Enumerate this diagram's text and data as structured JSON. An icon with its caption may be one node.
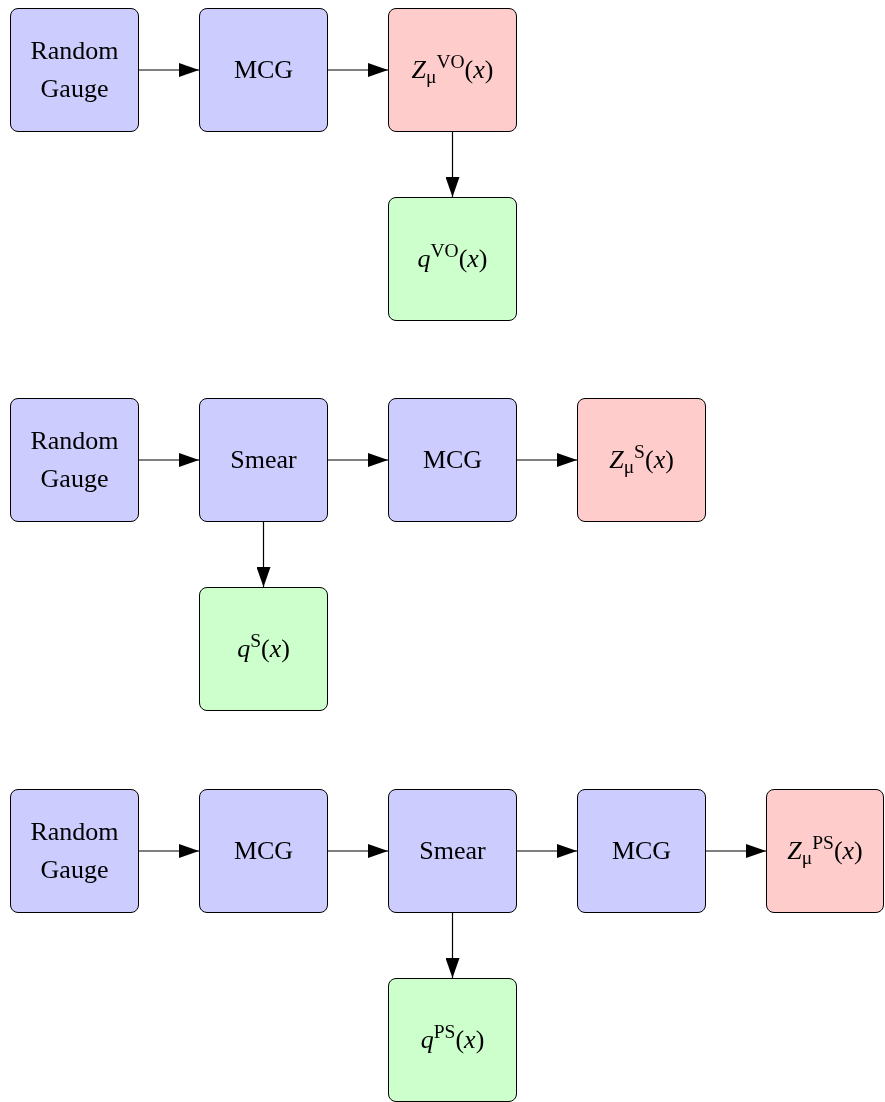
{
  "diagram": {
    "nodes": [
      {
        "text": [
          "Random Gauge"
        ]
      },
      {
        "text": [
          "MCG"
        ]
      },
      {
        "text": [
          "*Z*$_{μ}$$^{VO}$(*x*)"
        ]
      },
      {
        "text": [
          "*q*$^{VO}$(*x*)"
        ]
      },
      {
        "text": [
          "Random Gauge"
        ]
      },
      {
        "text": [
          "Smear"
        ]
      },
      {
        "text": [
          "MCG"
        ]
      },
      {
        "text": [
          "*Z*$_{μ}$$^{S}$(*x*)"
        ]
      },
      {
        "text": [
          "*q*$^{S}$(*x*)"
        ]
      },
      {
        "text": [
          "Random Gauge"
        ]
      },
      {
        "text": [
          "MCG"
        ]
      },
      {
        "text": [
          "Smear"
        ]
      },
      {
        "text": [
          "MCG"
        ]
      },
      {
        "text": [
          "*Z*$_{μ}$$^{PS}$(*x*)"
        ]
      },
      {
        "text": [
          "*q*$^{PS}$(*x*)"
        ]
      }
    ],
    "edges": [
      {
        "from": 0,
        "to": 1,
        "arrow": "to"
      },
      {
        "from": 1,
        "to": 2,
        "arrow": "to"
      },
      {
        "from": 2,
        "to": 3,
        "arrow": "to"
      },
      {
        "from": 4,
        "to": 5,
        "arrow": "to"
      },
      {
        "from": 5,
        "to": 6,
        "arrow": "to"
      },
      {
        "from": 6,
        "to": 7,
        "arrow": "to"
      },
      {
        "from": 5,
        "to": 8,
        "arrow": "to"
      },
      {
        "from": 9,
        "to": 10,
        "arrow": "to"
      },
      {
        "from": 10,
        "to": 11,
        "arrow": "to"
      },
      {
        "from": 11,
        "to": 12,
        "arrow": "to"
      },
      {
        "from": 12,
        "to": 13,
        "arrow": "to"
      },
      {
        "from": 11,
        "to": 14,
        "arrow": "to"
      }
    ]
  }
}
